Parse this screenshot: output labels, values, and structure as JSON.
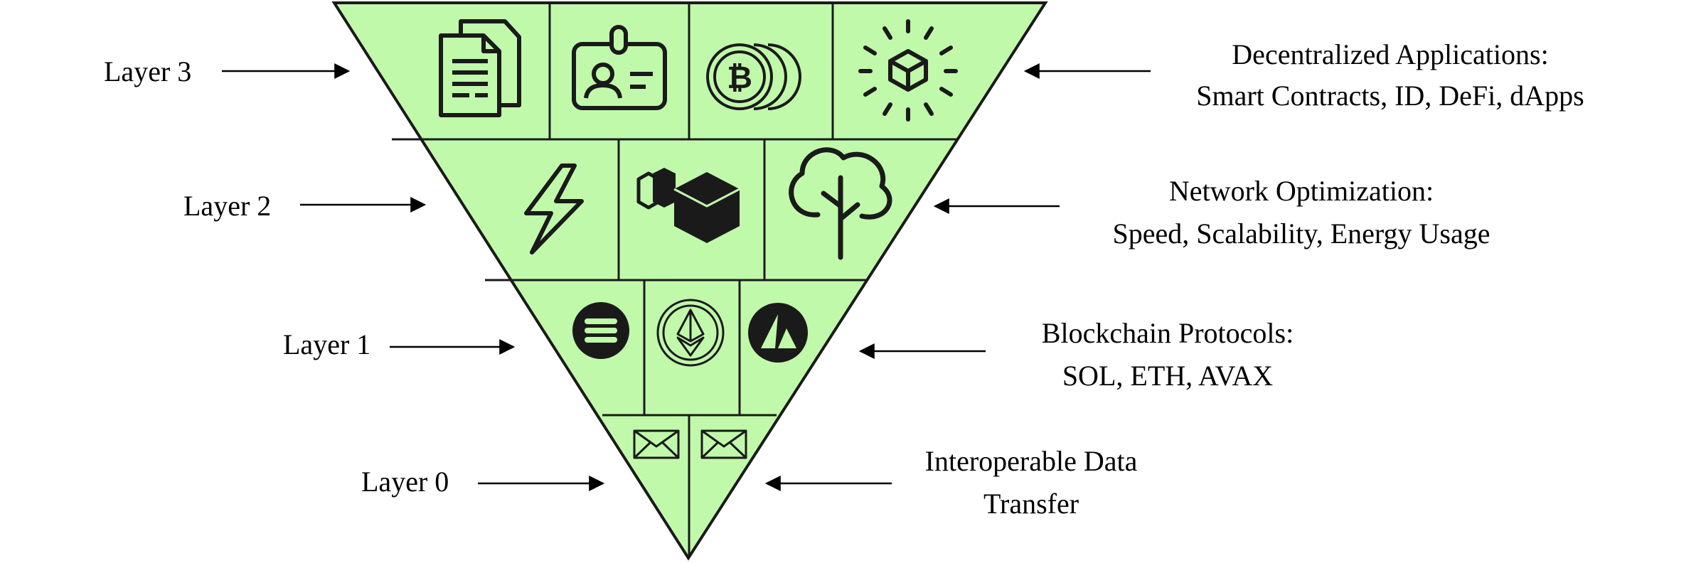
{
  "colors": {
    "fill": "#c1f9ab",
    "stroke": "#1a1a1a",
    "text": "#000000"
  },
  "layers": [
    {
      "label": "Layer 3",
      "description_line1": "Decentralized Applications:",
      "description_line2": "Smart Contracts, ID, DeFi, dApps",
      "icons": [
        "documents-icon",
        "id-badge-icon",
        "bitcoin-coins-icon",
        "shining-cube-icon"
      ]
    },
    {
      "label": "Layer 2",
      "description_line1": "Network Optimization:",
      "description_line2": "Speed, Scalability, Energy Usage",
      "icons": [
        "lightning-bolt-icon",
        "blocks-icon",
        "tree-icon"
      ]
    },
    {
      "label": "Layer 1",
      "description_line1": "Blockchain Protocols:",
      "description_line2": "SOL, ETH, AVAX",
      "icons": [
        "solana-icon",
        "ethereum-icon",
        "avalanche-icon"
      ]
    },
    {
      "label": "Layer 0",
      "description_line1": "Interoperable Data",
      "description_line2": "Transfer",
      "icons": [
        "envelope-icon",
        "envelope-icon"
      ]
    }
  ]
}
